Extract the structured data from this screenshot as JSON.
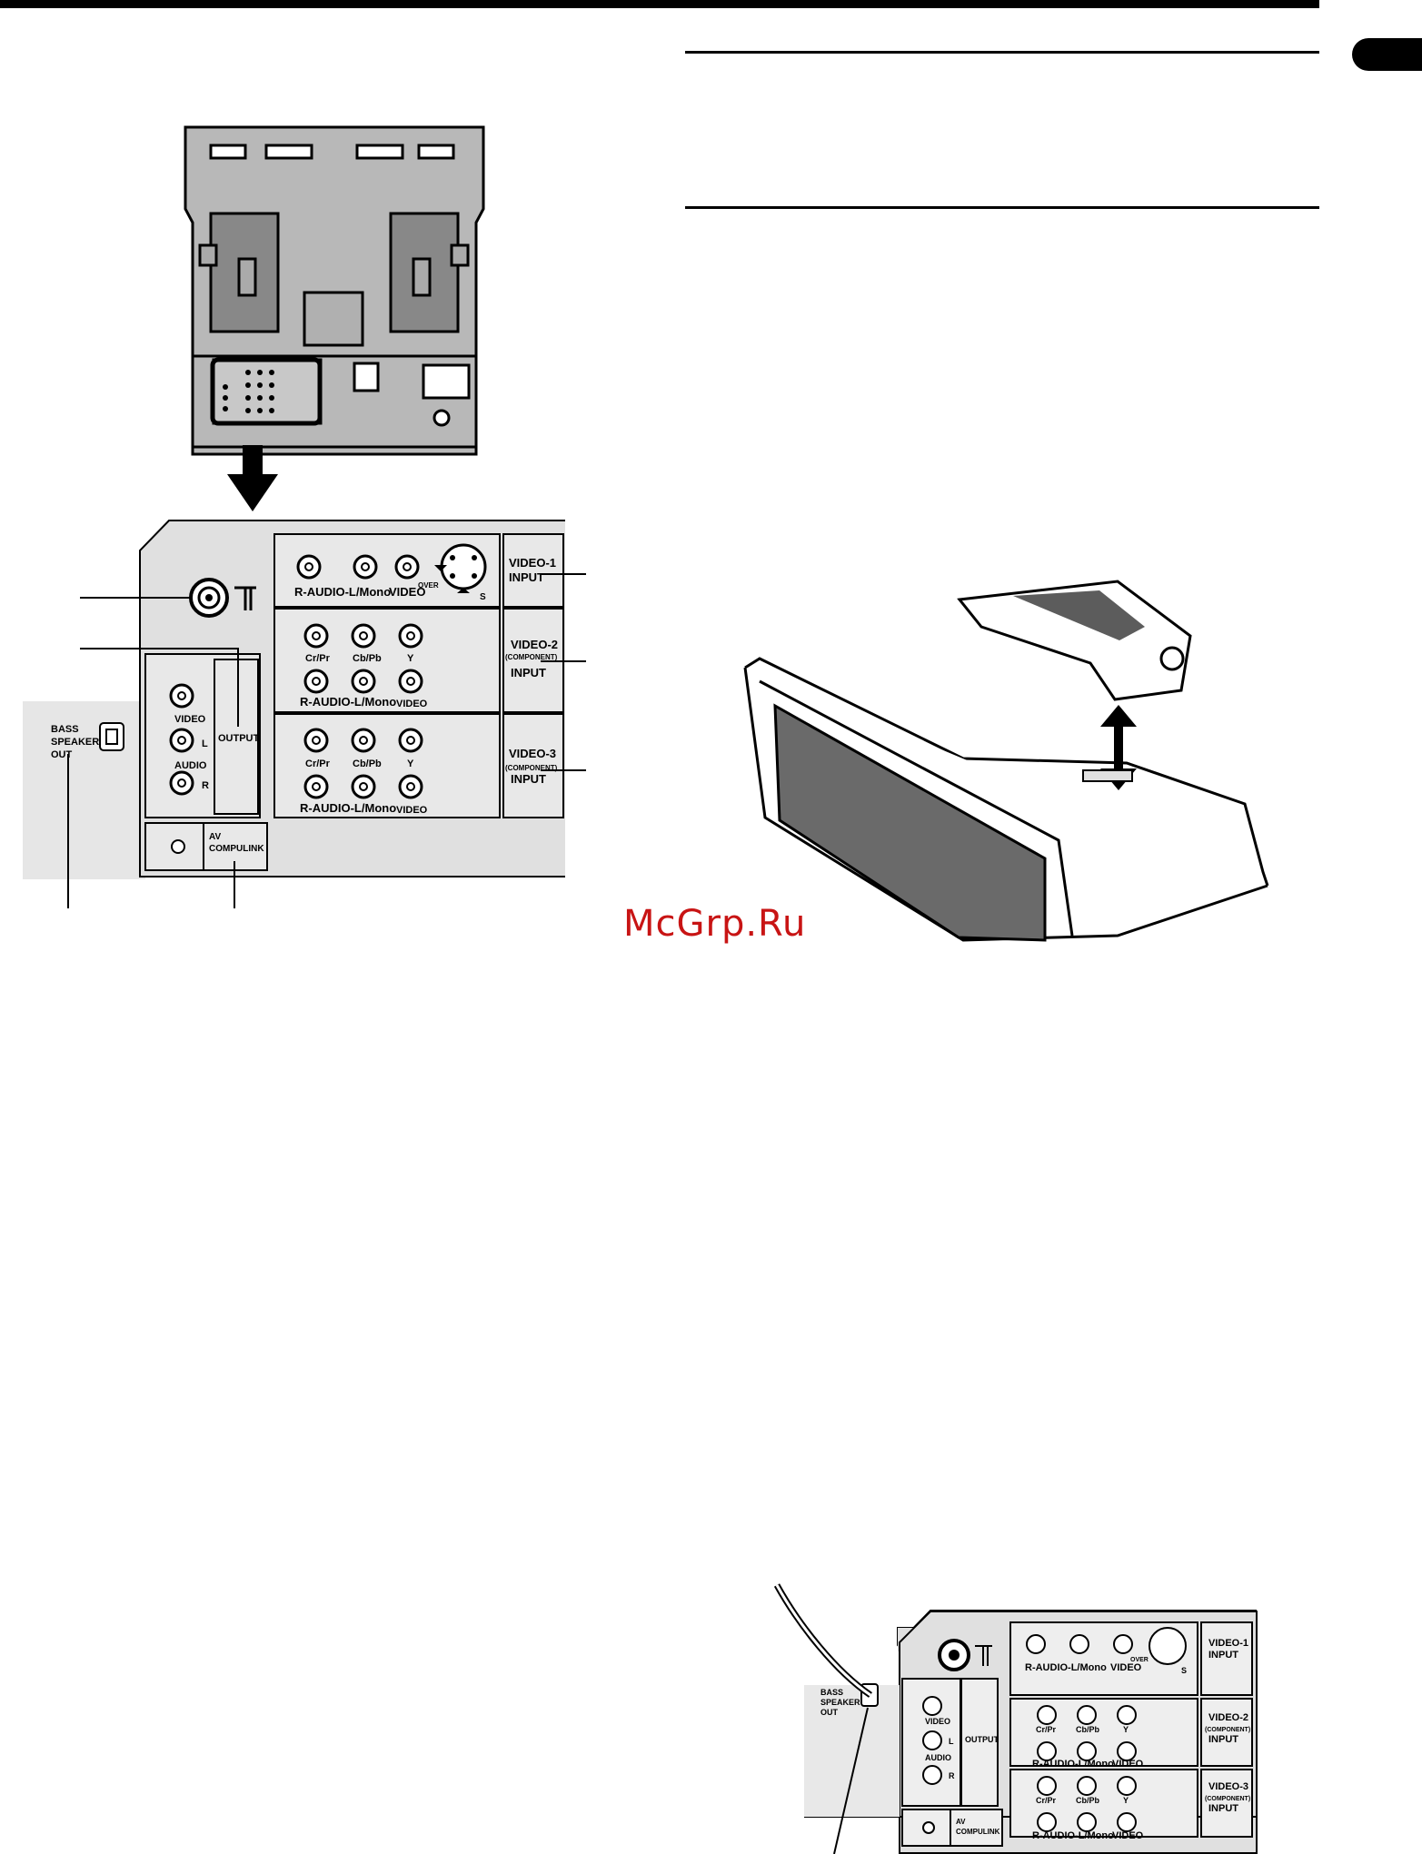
{
  "page": {
    "tab_color": "#000000"
  },
  "panel": {
    "video1_input": "VIDEO-1\nINPUT",
    "video2_input_a": "VIDEO-2",
    "video2_input_b": "(COMPONENT)",
    "video2_input_c": "INPUT",
    "video3_input_a": "VIDEO-3",
    "video3_input_b": "(COMPONENT)",
    "video3_input_c": "INPUT",
    "video1_label": "VIDEO-1",
    "input_label": "INPUT",
    "audio_row": "R-AUDIO-L/Mono",
    "video_label": "VIDEO",
    "over_label": "OVER",
    "s_label": "S",
    "cr_label": "Cr/Pr",
    "cb_label": "Cb/Pb",
    "y_label": "Y",
    "output_label": "OUTPUT",
    "audio_label": "AUDIO",
    "l_label": "L",
    "r_label": "R",
    "bass_a": "BASS",
    "bass_b": "SPEAKER",
    "bass_c": "OUT",
    "av_a": "AV",
    "av_b": "COMPULINK"
  },
  "watermark": {
    "text": "McGrp.Ru",
    "color": "#c81414"
  }
}
